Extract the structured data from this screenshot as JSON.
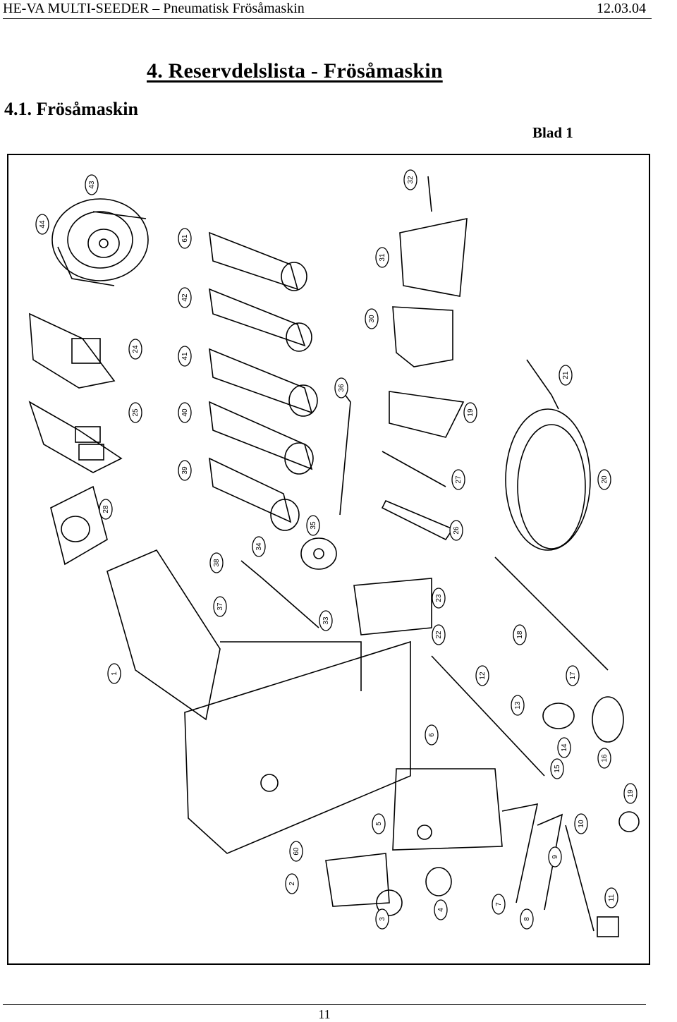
{
  "header": {
    "title": "HE-VA MULTI-SEEDER – Pneumatisk Frösåmaskin",
    "date": "12.03.04"
  },
  "main_title": "4.  Reservdelslista - Frösåmaskin",
  "subtitle": "4.1.  Frösåmaskin",
  "sheet_label": "Blad 1",
  "page_number": "11",
  "callouts": [
    "43",
    "44",
    "61",
    "42",
    "41",
    "40",
    "39",
    "24",
    "25",
    "28",
    "32",
    "31",
    "30",
    "21",
    "36",
    "19",
    "27",
    "20",
    "26",
    "35",
    "34",
    "38",
    "37",
    "33",
    "23",
    "22",
    "18",
    "1",
    "12",
    "17",
    "13",
    "14",
    "15",
    "16",
    "6",
    "5",
    "19",
    "10",
    "60",
    "2",
    "3",
    "4",
    "7",
    "8",
    "9",
    "11"
  ]
}
